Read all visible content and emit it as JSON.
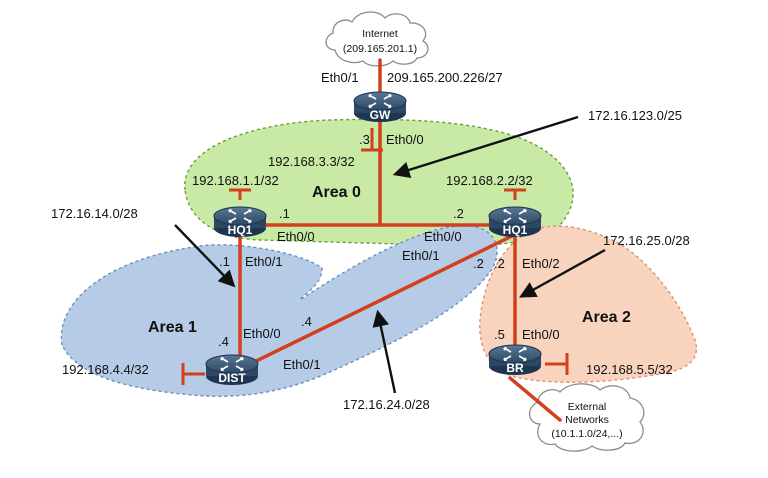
{
  "areas": {
    "area0": "Area 0",
    "area1": "Area 1",
    "area2": "Area 2"
  },
  "routers": {
    "gw": "GW",
    "hq1_left": "HQ1",
    "hq1_right": "HQ1",
    "dist": "DIST",
    "br": "BR"
  },
  "clouds": {
    "internet": {
      "line1": "Internet",
      "line2": "(209.165.201.1)"
    },
    "external": {
      "line1": "External",
      "line2": "Networks",
      "line3": "(10.1.1.0/24,...)"
    }
  },
  "labels": {
    "gw_eth01": "Eth0/1",
    "gw_wan_ip": "209.165.200.226/27",
    "gw_dot3": ".3",
    "gw_eth00": "Eth0/0",
    "gw_loopback": "192.168.3.3/32",
    "subnet_123": "172.16.123.0/25",
    "hq1l_loopback": "192.168.1.1/32",
    "hq1r_loopback": "192.168.2.2/32",
    "hq1l_dot1": ".1",
    "hq1r_dot2": ".2",
    "hq1l_eth00": "Eth0/0",
    "hq1r_eth00": "Eth0/0",
    "hq1l_dot1_down": ".1",
    "hq1l_eth01": "Eth0/1",
    "hq1r_eth01": "Eth0/1",
    "hq1r_dot2a": ".2",
    "hq1r_dot2b": ".2",
    "hq1r_eth02": "Eth0/2",
    "subnet_14": "172.16.14.0/28",
    "subnet_25": "172.16.25.0/28",
    "subnet_24": "172.16.24.0/28",
    "dist_eth00": "Eth0/0",
    "dist_dot4_up": ".4",
    "dist_dot4_diag": ".4",
    "dist_eth01": "Eth0/1",
    "dist_loopback": "192.168.4.4/32",
    "br_dot5": ".5",
    "br_eth00": "Eth0/0",
    "br_loopback": "192.168.5.5/32"
  },
  "colors": {
    "link": "#d2401d",
    "area0_fill": "#c9eaa5",
    "area1_fill": "#b6cbe6",
    "area2_fill": "#f8d4bf",
    "router_body": "#2c4864",
    "arrow": "#111111"
  }
}
